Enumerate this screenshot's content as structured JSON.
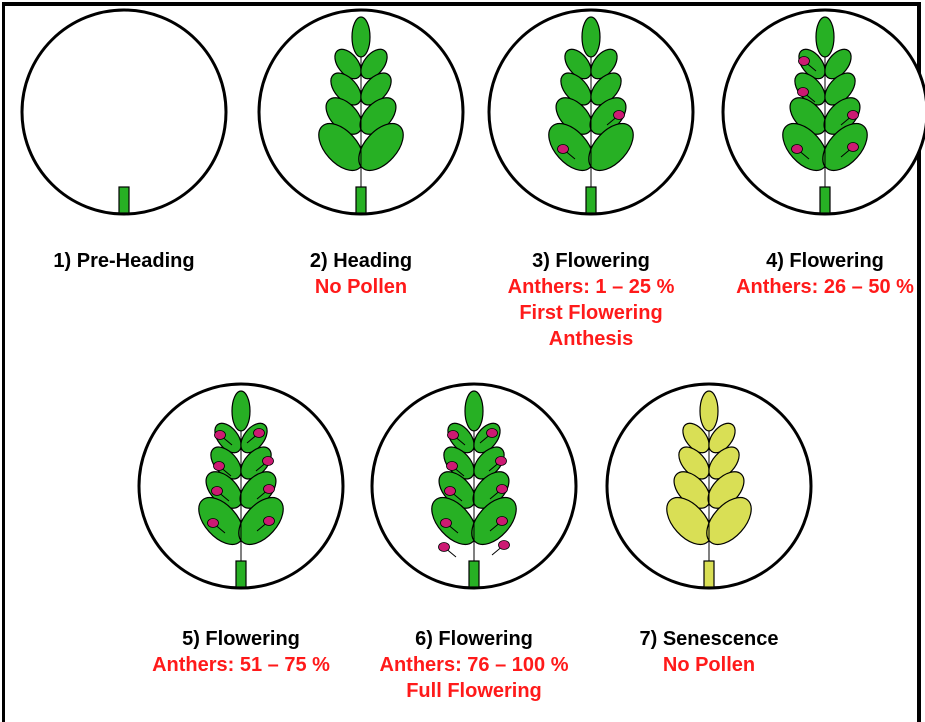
{
  "colors": {
    "green_fill": "#27b024",
    "senescent_fill": "#d9df55",
    "anther": "#cc1a73",
    "outline": "#000000",
    "label_black": "#000000",
    "label_red": "#ff1a1a"
  },
  "stages": [
    {
      "title": "1) Pre-Heading",
      "details": [],
      "color": "green",
      "anthers": 0
    },
    {
      "title": "2) Heading",
      "details": [
        "No Pollen"
      ],
      "color": "green",
      "anthers": 0
    },
    {
      "title": "3) Flowering",
      "details": [
        "Anthers: 1 – 25 %",
        "First Flowering",
        "Anthesis"
      ],
      "color": "green",
      "anthers": 2
    },
    {
      "title": "4) Flowering",
      "details": [
        "Anthers: 26 – 50 %"
      ],
      "color": "green",
      "anthers": 5
    },
    {
      "title": "5) Flowering",
      "details": [
        "Anthers: 51 – 75 %"
      ],
      "color": "green",
      "anthers": 8
    },
    {
      "title": "6) Flowering",
      "details": [
        "Anthers: 76 – 100 %",
        "Full Flowering"
      ],
      "color": "green",
      "anthers": 10
    },
    {
      "title": "7) Senescence",
      "details": [
        "No Pollen"
      ],
      "color": "senescent",
      "anthers": 0
    }
  ]
}
